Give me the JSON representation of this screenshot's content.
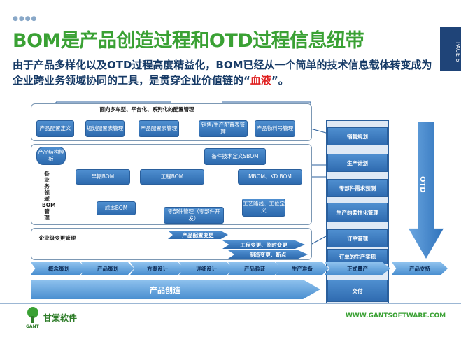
{
  "header": {
    "dots": "●●●●",
    "title": "BOM是产品创造过程和OTD过程信息纽带",
    "page_tag": "PAGE 6"
  },
  "subtitle": {
    "part1": "由于产品多样化以及OTD过程高度精益化，BOM已经从一个简单的技术信息载体转变成为企业跨业务领域协同的工具，是贯穿企业价值链的“",
    "highlight": "血液",
    "part2": "”。"
  },
  "diagram": {
    "top_panel_title": "面向多车型、平台化、系列化的配置管理",
    "top_boxes": [
      "产品配置定义",
      "规划配置表管理",
      "产品配置表管理",
      "销售/生产配置表管理",
      "产品物料号管理"
    ],
    "cylinder": "产品结构模板",
    "side_label": "各业务领域BOM管理",
    "bom_boxes": {
      "early": "早期BOM",
      "eng": "工程BOM",
      "mbom": "MBOM、KD BOM",
      "cost": "成本BOM",
      "spare_tech": "备件技术定义SBOM",
      "spare_mgmt": "零部件管理（零部件开发）",
      "process": "工艺路线、工位定义"
    },
    "change_label": "企业级变更管理",
    "change_bars": [
      "产品配置变更",
      "工程变更、临时变更",
      "制造变更、断点"
    ],
    "right_col": [
      "销售规划",
      "生产计划",
      "零部件需求预测",
      "生产的柔性化管理",
      "订单管理",
      "订单的生产实现"
    ],
    "otd": "OTD",
    "phases": [
      "概念策划",
      "产品策划",
      "方案设计",
      "详细设计",
      "产品验证",
      "生产准备",
      "正式量产",
      "产品支持"
    ],
    "creation": "产品创造",
    "delivery": "交付"
  },
  "footer": {
    "brand": "甘棠软件",
    "brand_sub": "GANT",
    "url": "WWW.GANTSOFTWARE.COM"
  },
  "colors": {
    "title": "#3aa134",
    "subtitle": "#163a66",
    "highlight": "#e02020",
    "box": "#3a7cc2"
  }
}
